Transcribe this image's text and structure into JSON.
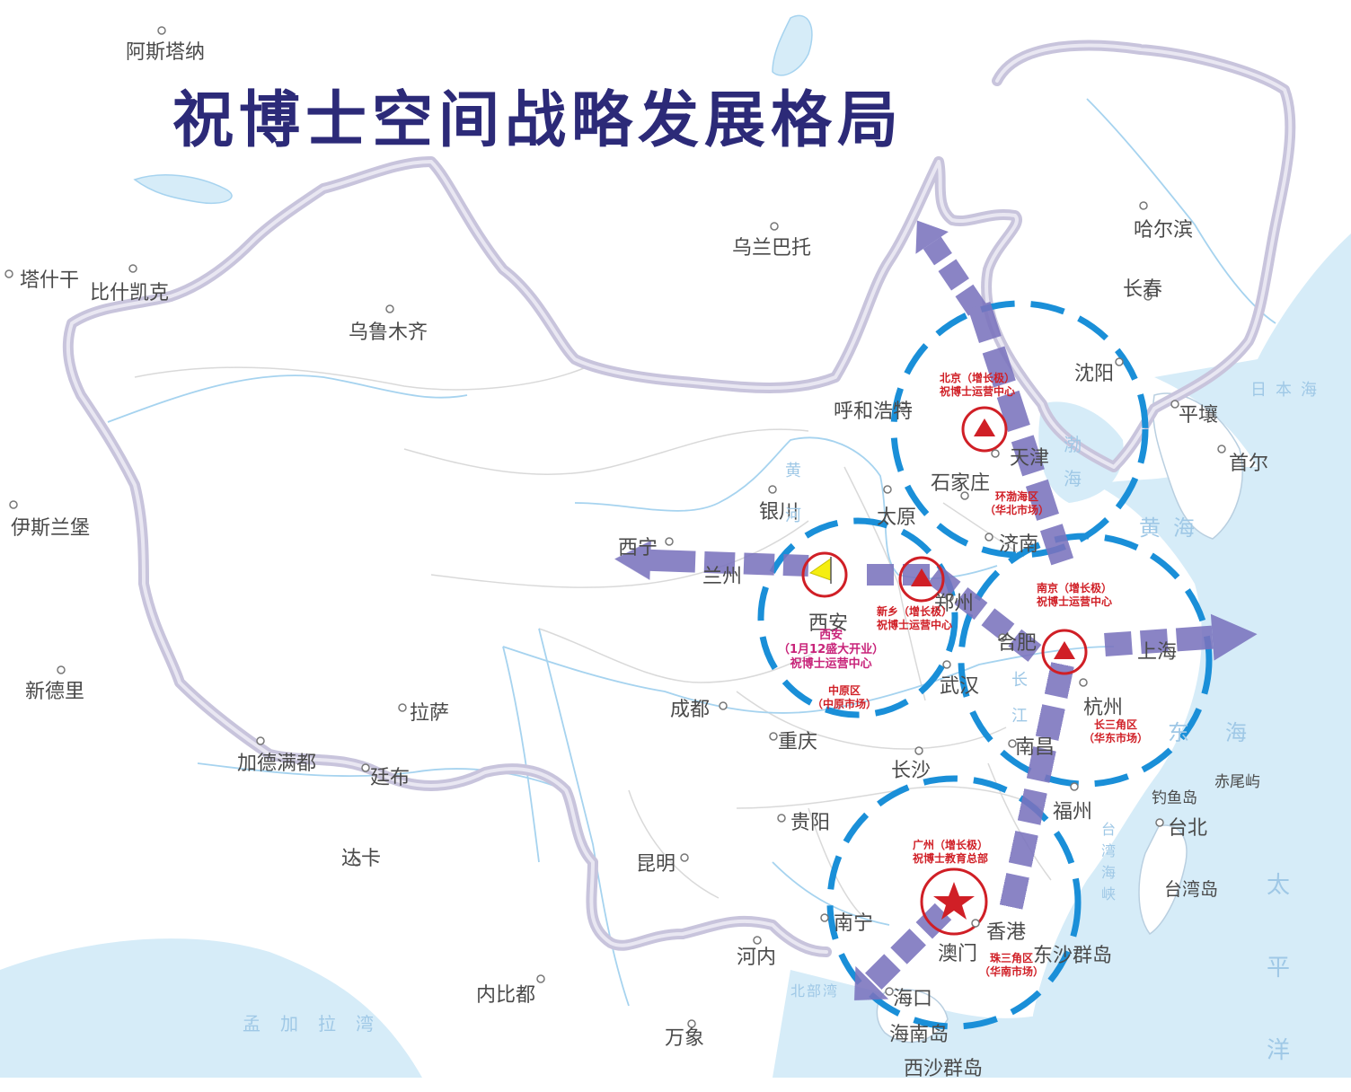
{
  "title": "祝博士空间战略发展格局",
  "colors": {
    "border": "#c8c4dc",
    "circle": "#1a8fd8",
    "arrow": "#6a62b0",
    "marker": "#d01f26",
    "flag": "#f5ee10",
    "sea": "#d6ecf8"
  },
  "cities": {
    "astana": "阿斯塔纳",
    "tashkent": "塔什干",
    "bishkek": "比什凯克",
    "urumqi": "乌鲁木齐",
    "ulaanbaatar": "乌兰巴托",
    "harbin": "哈尔滨",
    "changchun": "长春",
    "shenyang": "沈阳",
    "hohhot": "呼和浩特",
    "pyongyang": "平壤",
    "seoul": "首尔",
    "tianjin": "天津",
    "shijiazhuang": "石家庄",
    "yinchuan": "银川",
    "taiyuan": "太原",
    "xining": "西宁",
    "lanzhou": "兰州",
    "jinan": "济南",
    "zhengzhou": "郑州",
    "xian": "西安",
    "hefei": "合肥",
    "shanghai": "上海",
    "islamabad": "伊斯兰堡",
    "newdelhi": "新德里",
    "lhasa": "拉萨",
    "chengdu": "成都",
    "wuhan": "武汉",
    "hangzhou": "杭州",
    "chongqing": "重庆",
    "nanchang": "南昌",
    "changsha": "长沙",
    "kathmandu": "加德满都",
    "thimphu": "廷布",
    "fuzhou": "福州",
    "diaoyu": "钓鱼岛",
    "chiwei": "赤尾屿",
    "taipei": "台北",
    "guiyang": "贵阳",
    "dhaka": "达卡",
    "kunming": "昆明",
    "taiwan": "台湾岛",
    "nanning": "南宁",
    "hongkong": "香港",
    "macau": "澳门",
    "dongsha": "东沙群岛",
    "hanoi": "河内",
    "naypyidaw": "内比都",
    "haikou": "海口",
    "hainan": "海南岛",
    "vientiane": "万象",
    "xisha": "西沙群岛"
  },
  "seas": {
    "japan_sea": "日本海",
    "bohai": "渤海",
    "yellow_sea": "黄海",
    "east_sea": "东海",
    "pacific": "太平洋",
    "strait": "台湾海峡",
    "bengal": "孟加拉湾",
    "beibu": "北部湾"
  },
  "rivers": {
    "yellow": "黄河",
    "yangtze": "长江"
  },
  "annotations": {
    "beijing": [
      "北京（增长极）",
      "祝博士运营中心"
    ],
    "bohai_region": [
      "环渤海区",
      "（华北市场）"
    ],
    "xinxiang": [
      "新乡（增长极）",
      "祝博士运营中心"
    ],
    "xian_center": [
      "西安",
      "（1月12盛大开业）",
      "祝博士运营中心"
    ],
    "central_region": [
      "中原区",
      "（中原市场）"
    ],
    "nanjing": [
      "南京（增长极）",
      "祝博士运营中心"
    ],
    "yangtze_region": [
      "长三角区",
      "（华东市场）"
    ],
    "guangzhou": [
      "广州（增长极）",
      "祝博士教育总部"
    ],
    "pearl_region": [
      "珠三角区",
      "（华南市场）"
    ]
  }
}
